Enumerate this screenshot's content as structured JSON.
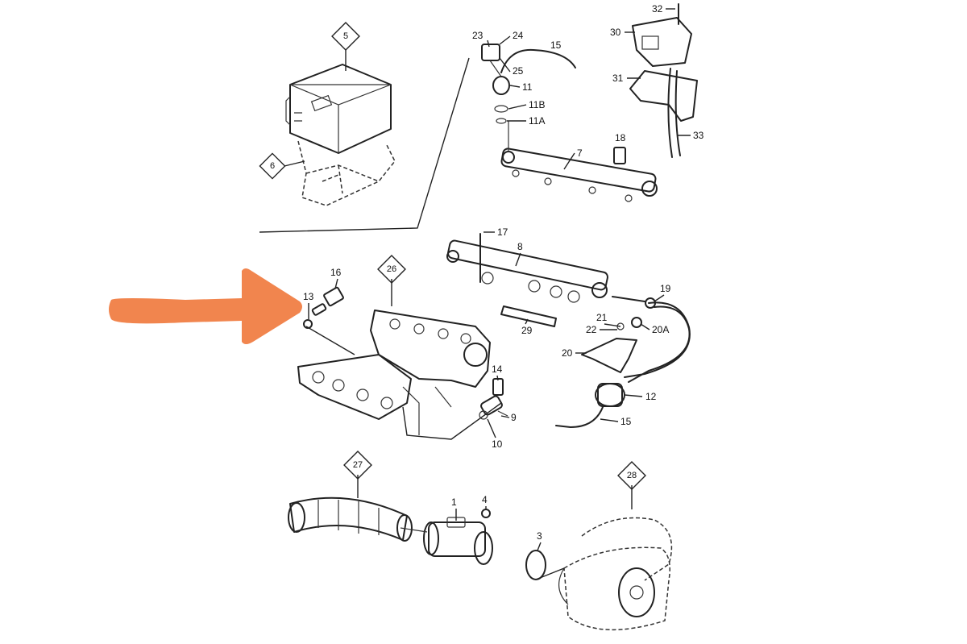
{
  "callouts": [
    "5",
    "6",
    "23",
    "24",
    "25",
    "15",
    "11",
    "11B",
    "11A",
    "7",
    "18",
    "30",
    "32",
    "31",
    "33",
    "16",
    "13",
    "26",
    "17",
    "8",
    "19",
    "21",
    "22",
    "20A",
    "20",
    "29",
    "14",
    "9",
    "10",
    "12",
    "27",
    "1",
    "4",
    "28",
    "3"
  ],
  "colors": {
    "arrow": "#f07b3f",
    "line": "#222222",
    "background": "#ffffff"
  },
  "highlight": {
    "target_callout": "13"
  }
}
